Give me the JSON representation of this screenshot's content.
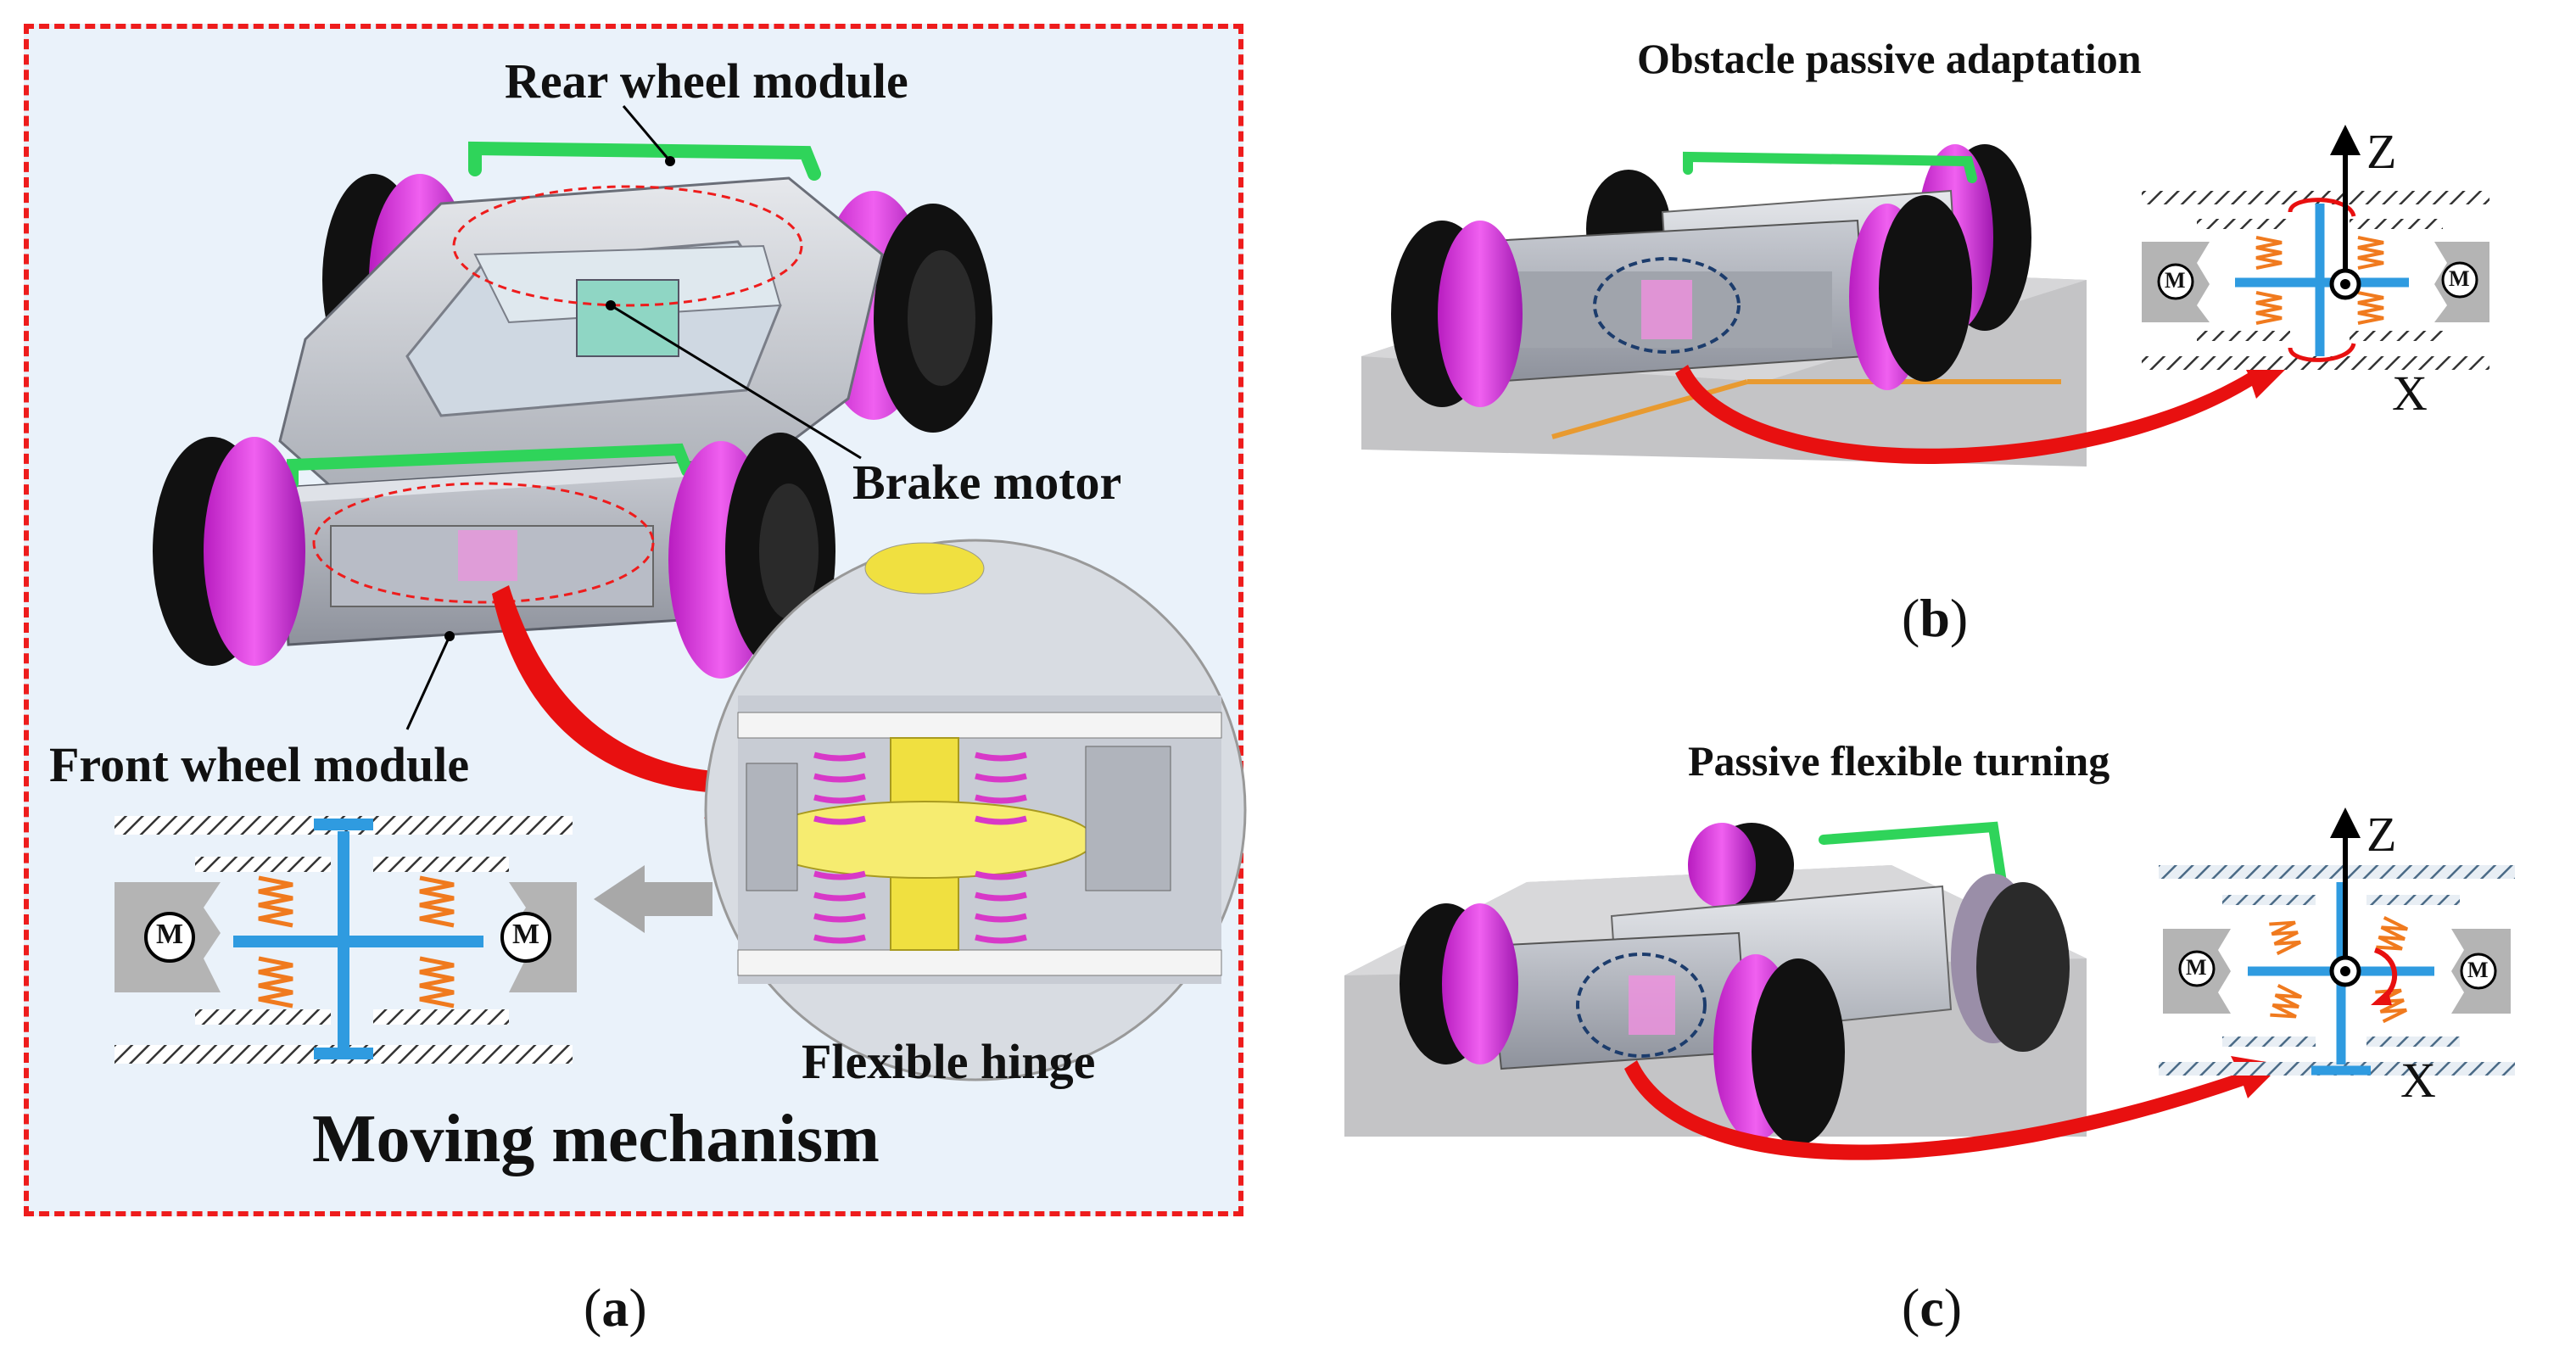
{
  "panel_a": {
    "labels": {
      "rear_wheel_module": "Rear wheel module",
      "brake_motor": "Brake motor",
      "front_wheel_module": "Front wheel module",
      "flexible_hinge": "Flexible hinge",
      "title": "Moving mechanism"
    },
    "motor_symbol": "M",
    "caption_letter": "a"
  },
  "panel_b": {
    "title": "Obstacle passive adaptation",
    "axis_z": "Z",
    "axis_x": "X",
    "motor_symbol": "M",
    "caption_letter": "b"
  },
  "panel_c": {
    "title": "Passive flexible turning",
    "axis_z": "Z",
    "axis_x": "X",
    "motor_symbol": "M",
    "caption_letter": "c"
  },
  "colors": {
    "dashed_border": "#ee1c1c",
    "wheel_magenta": "#d230d8",
    "handle_green": "#2fd45a",
    "spring_orange": "#f07a1e",
    "shaft_blue": "#2f9be0",
    "hinge_yellow": "#f0e040",
    "arrow_red": "#e81010"
  }
}
